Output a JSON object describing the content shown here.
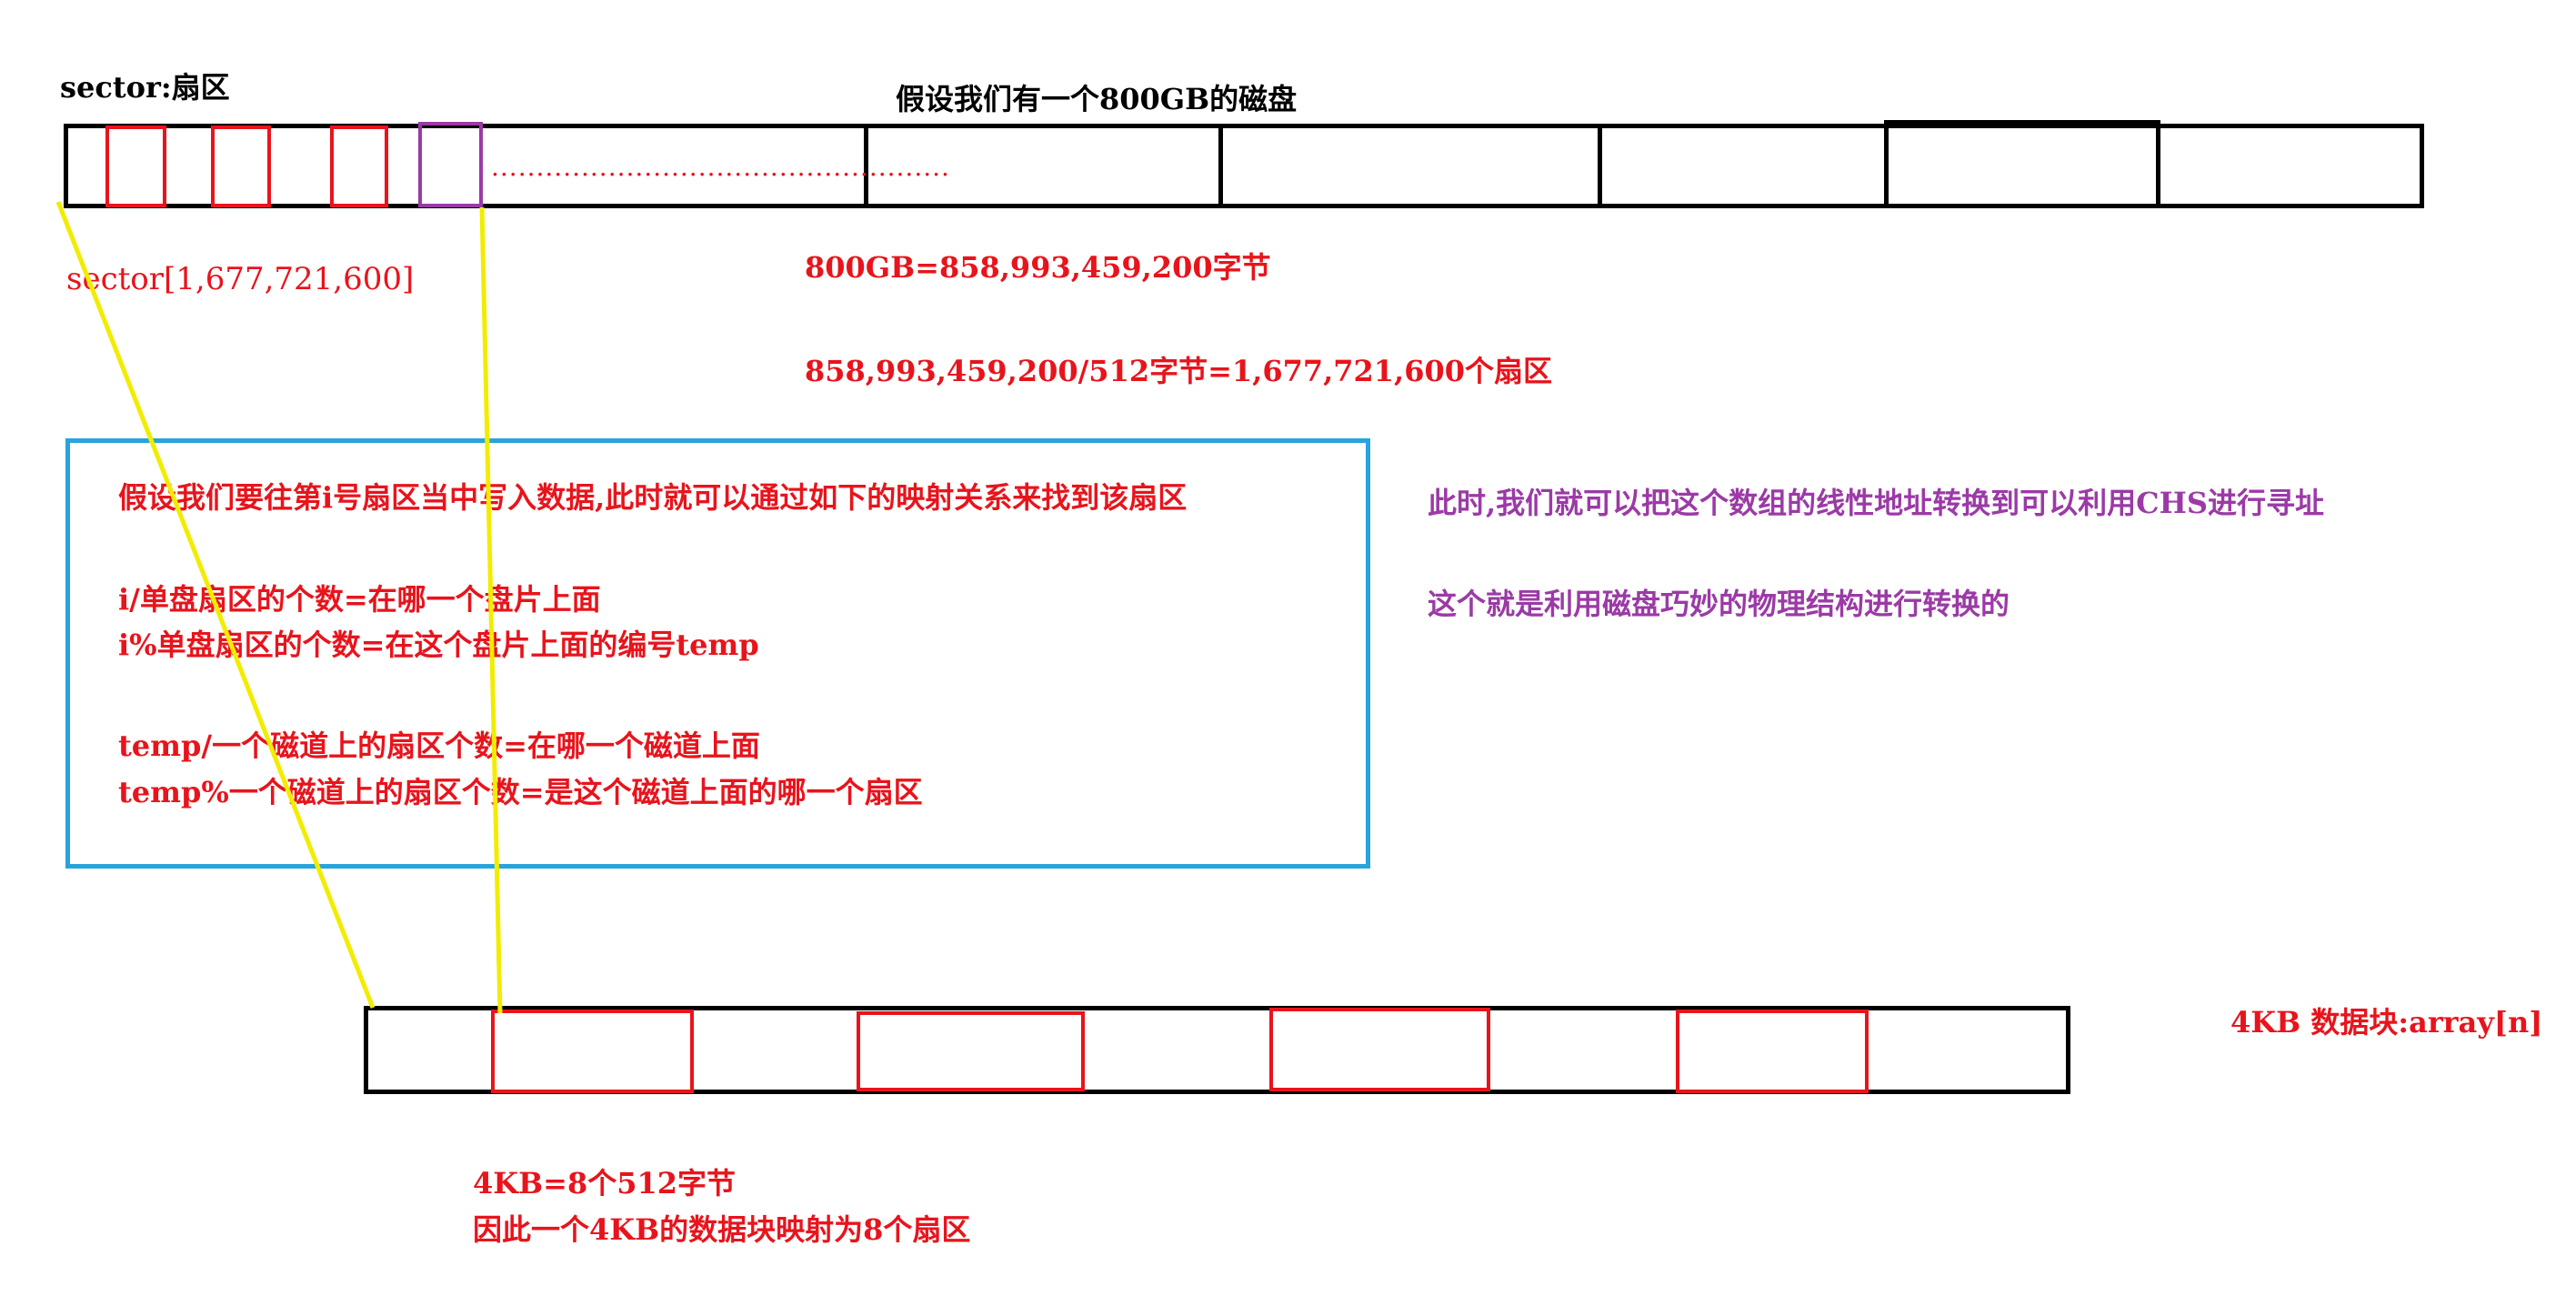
{
  "labels": {
    "sector_label": "sector:扇区",
    "disk_title": "假设我们有一个800GB的磁盘",
    "dots": "...................................................",
    "sector_array": "sector[1,677,721,600]",
    "capacity_bytes": "800GB=858,993,459,200字节",
    "sector_count": "858,993,459,200/512字节=1,677,721,600个扇区",
    "block_label": "4KB 数据块:array[n]",
    "block_eq": "4KB=8个512字节",
    "block_map": "因此一个4KB的数据块映射为8个扇区"
  },
  "mapping_box": {
    "intro": "假设我们要往第i号扇区当中写入数据,此时就可以通过如下的映射关系来找到该扇区",
    "line1": "i/单盘扇区的个数=在哪一个盘片上面",
    "line2": "i%单盘扇区的个数=在这个盘片上面的编号temp",
    "line3": "temp/一个磁道上的扇区个数=在哪一个磁道上面",
    "line4": "temp%一个磁道上的扇区个数=是这个磁道上面的哪一个扇区"
  },
  "notes": {
    "chs": "此时,我们就可以把这个数组的线性地址转换到可以利用CHS进行寻址",
    "physical": "这个就是利用磁盘巧妙的物理结构进行转换的"
  },
  "colors": {
    "red": "#e8141c",
    "purple": "#9b3aa6",
    "blue": "#29a3dc",
    "yellow": "#f2ec00",
    "black": "#000000"
  }
}
